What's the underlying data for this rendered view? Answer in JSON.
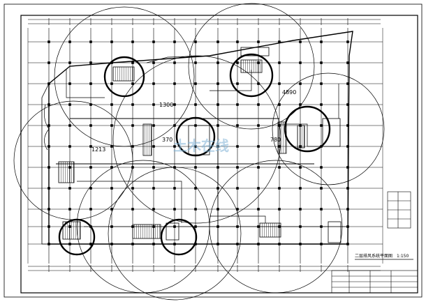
{
  "drawing": {
    "title": "二层排风系统平面图",
    "scale": "1:150",
    "area_labels": [
      "1300",
      "4890",
      "1213",
      "370",
      "780"
    ]
  },
  "watermark": {
    "text": "土木在线",
    "color": "#7fb2d6"
  },
  "colors": {
    "line": "#000000",
    "background": "#ffffff"
  }
}
